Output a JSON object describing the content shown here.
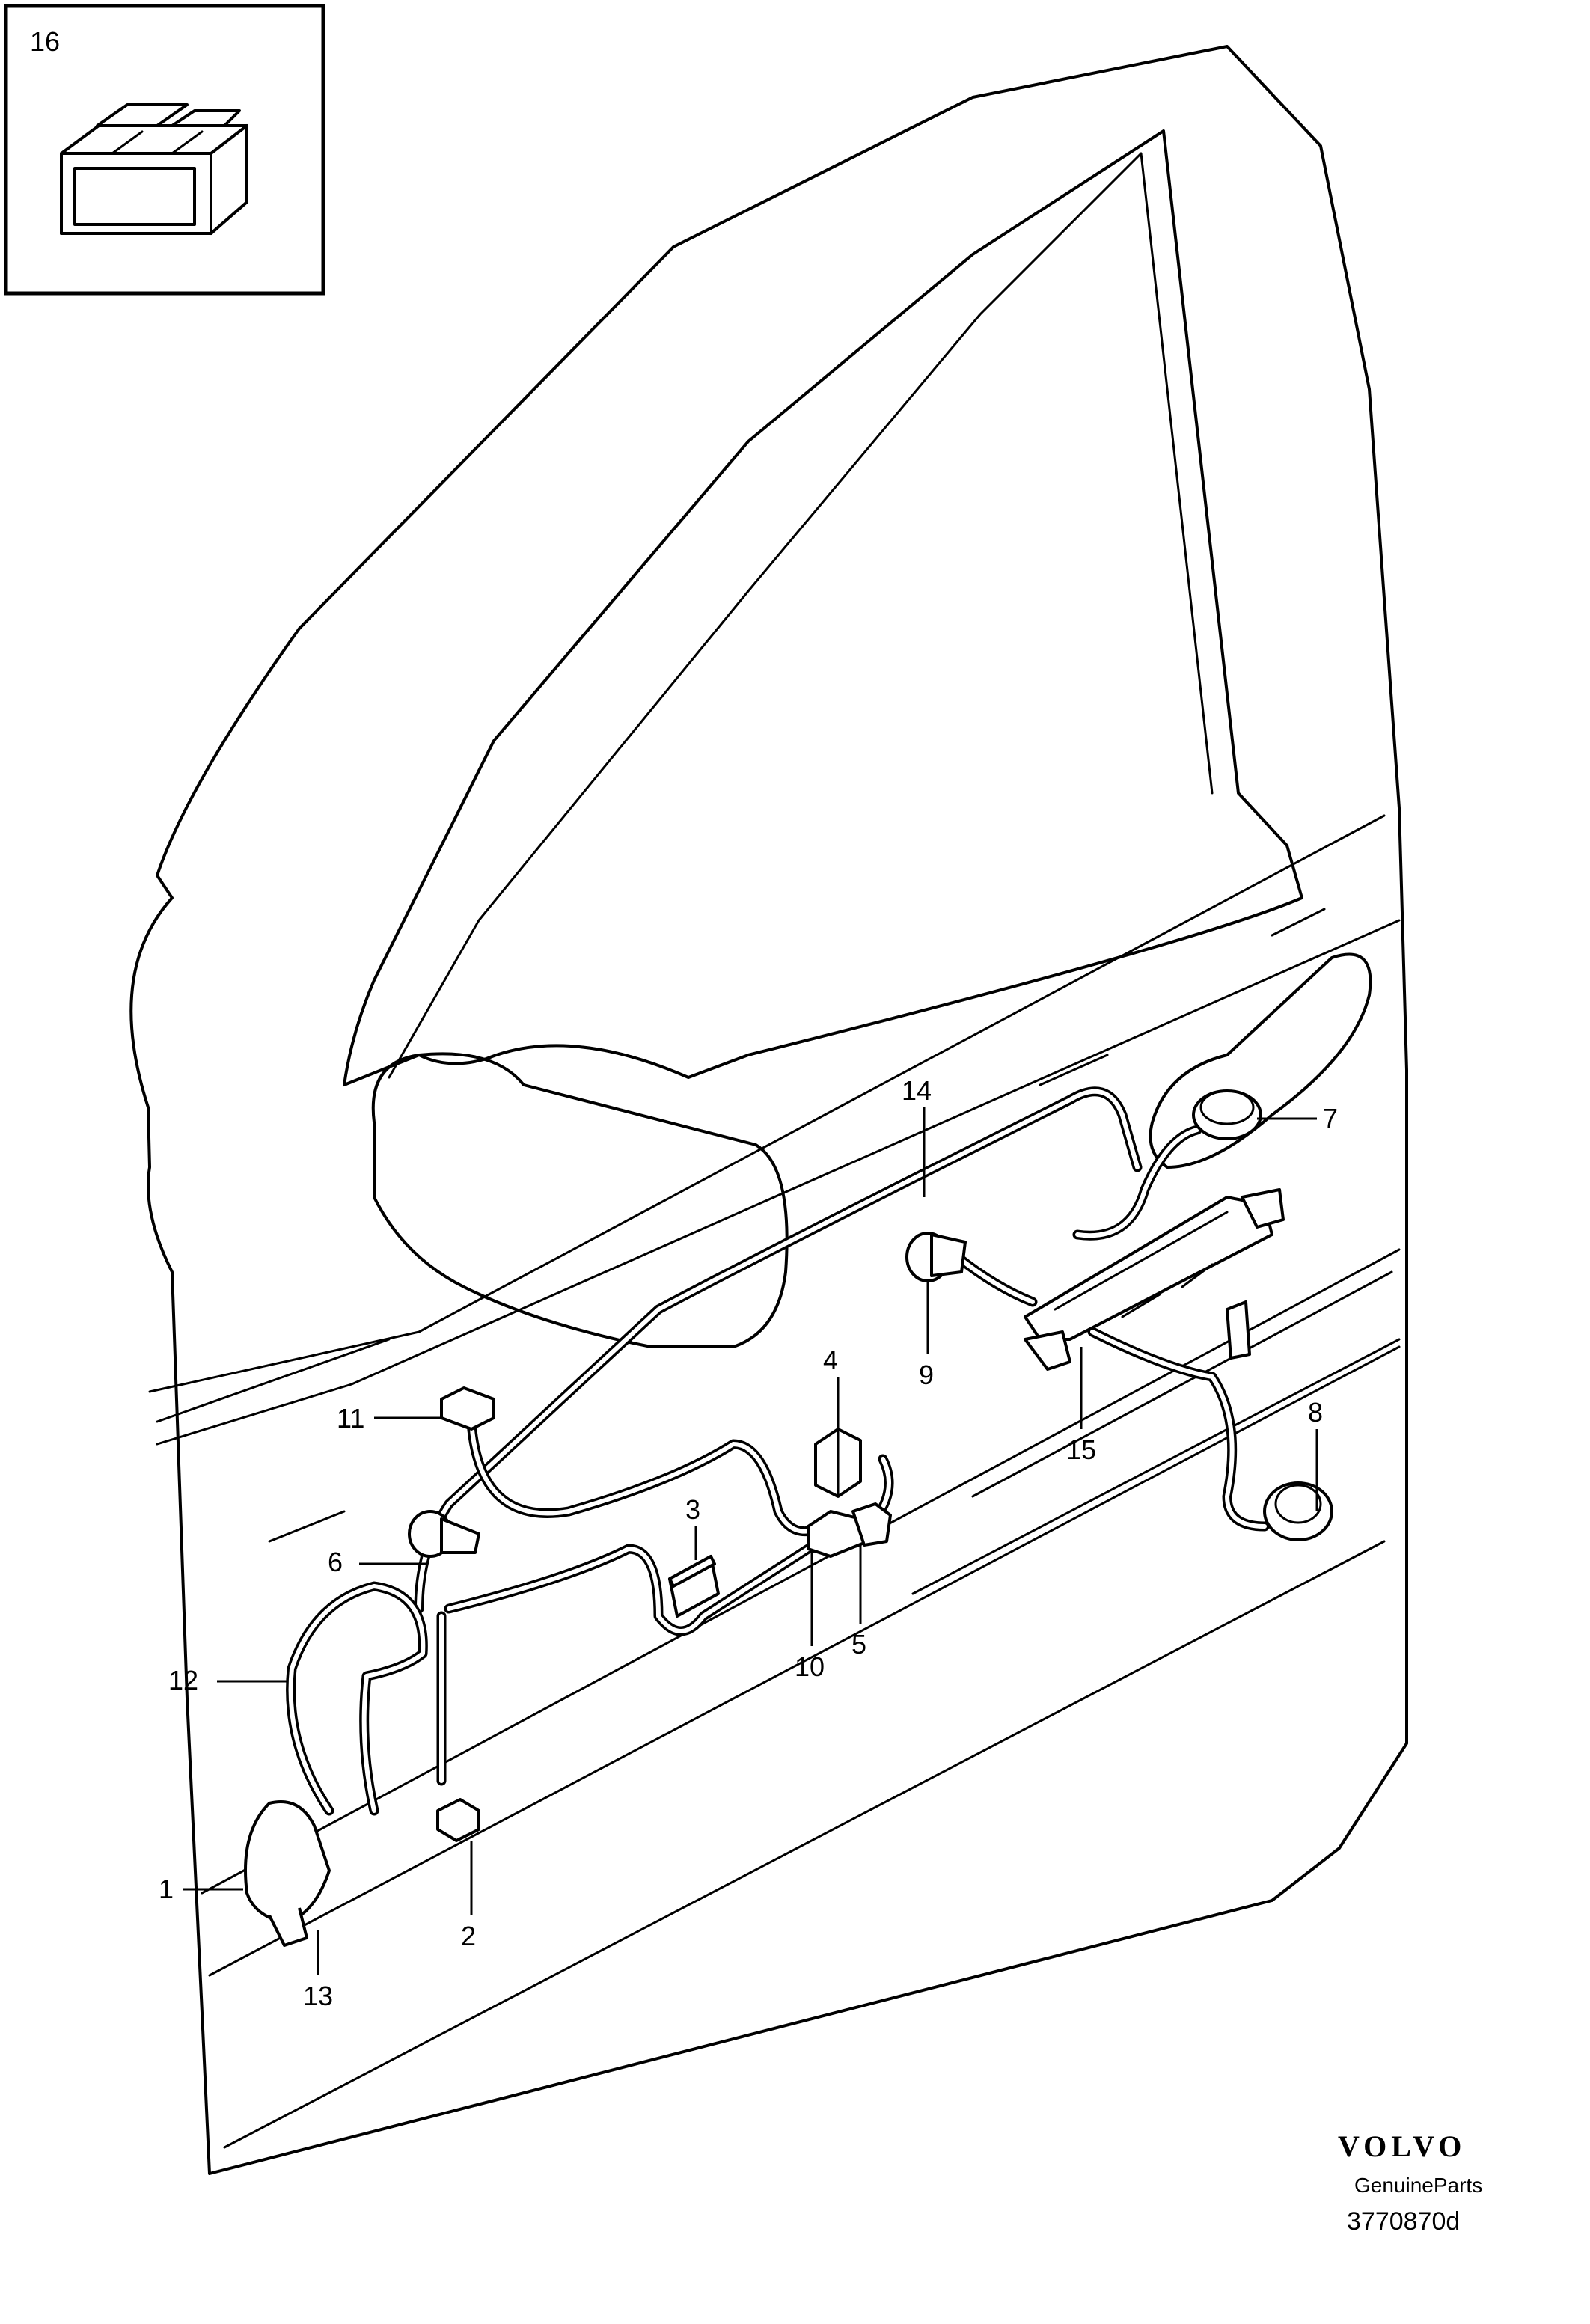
{
  "inset": {
    "label": "16"
  },
  "callouts": {
    "c1": "1",
    "c2": "2",
    "c3": "3",
    "c4": "4",
    "c5": "5",
    "c6": "6",
    "c7": "7",
    "c8": "8",
    "c9": "9",
    "c10": "10",
    "c11": "11",
    "c12": "12",
    "c13": "13",
    "c14": "14",
    "c15": "15"
  },
  "branding": {
    "brand": "VOLVO",
    "tagline": "GenuineParts",
    "reference": "3770870d"
  }
}
